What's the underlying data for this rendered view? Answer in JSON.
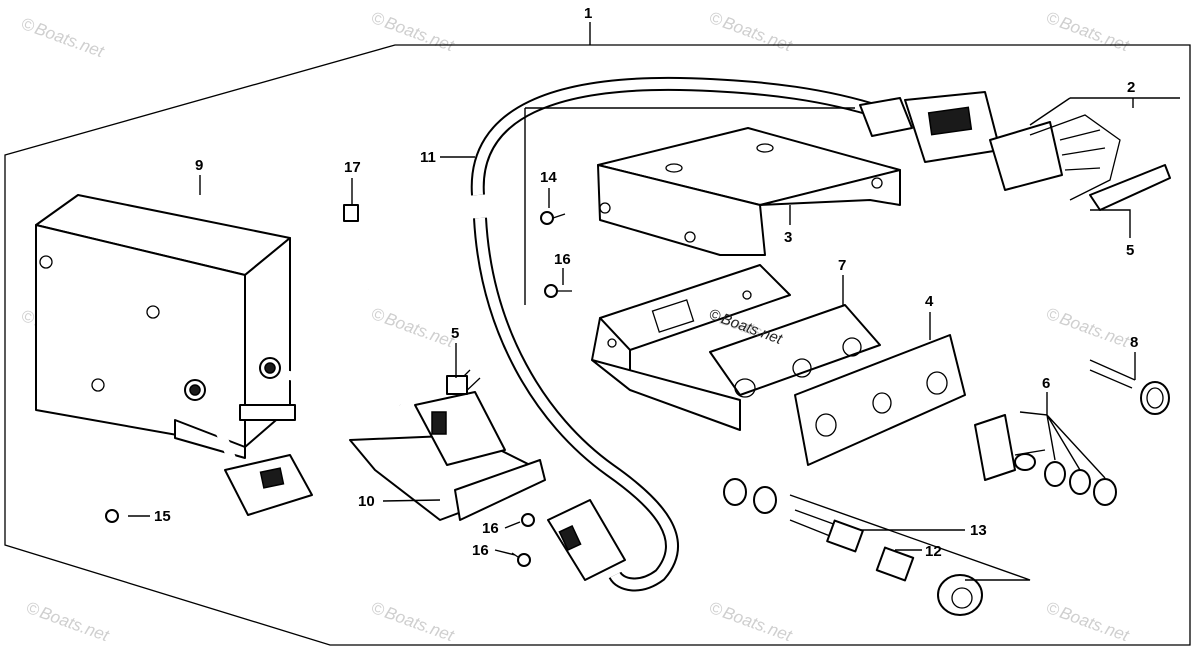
{
  "watermark": {
    "copyright_symbol": "©",
    "text": "Boats.net"
  },
  "callouts": [
    "1",
    "2",
    "3",
    "4",
    "5",
    "5",
    "6",
    "7",
    "8",
    "9",
    "10",
    "11",
    "12",
    "13",
    "14",
    "15",
    "16",
    "16",
    "16",
    "17"
  ],
  "colors": {
    "line": "#000000",
    "background": "#ffffff",
    "watermark": "#cfcfcf"
  }
}
